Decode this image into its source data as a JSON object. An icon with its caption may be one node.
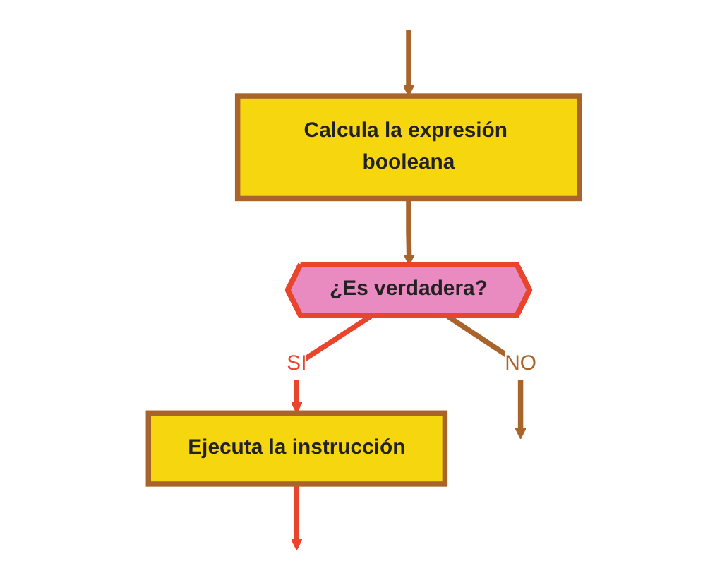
{
  "diagram": {
    "nodes": [
      {
        "text": [
          "Calcula la expresión booleana"
        ]
      },
      {
        "text": [
          "¿Es verdadera?"
        ]
      },
      {
        "text": [
          "Ejecuta la instrucción"
        ]
      }
    ],
    "edges": [
      {
        "from": null,
        "to": 0,
        "arrow": "to"
      },
      {
        "from": 0,
        "to": 1,
        "arrow": "to"
      },
      {
        "from": 1,
        "to": 2,
        "label": "SI",
        "arrow": "to",
        "color": "#e8452c"
      },
      {
        "from": 2,
        "to": null,
        "arrow": "to",
        "color": "#e8452c"
      },
      {
        "from": 1,
        "to": null,
        "label": "NO",
        "arrow": "to"
      }
    ]
  }
}
